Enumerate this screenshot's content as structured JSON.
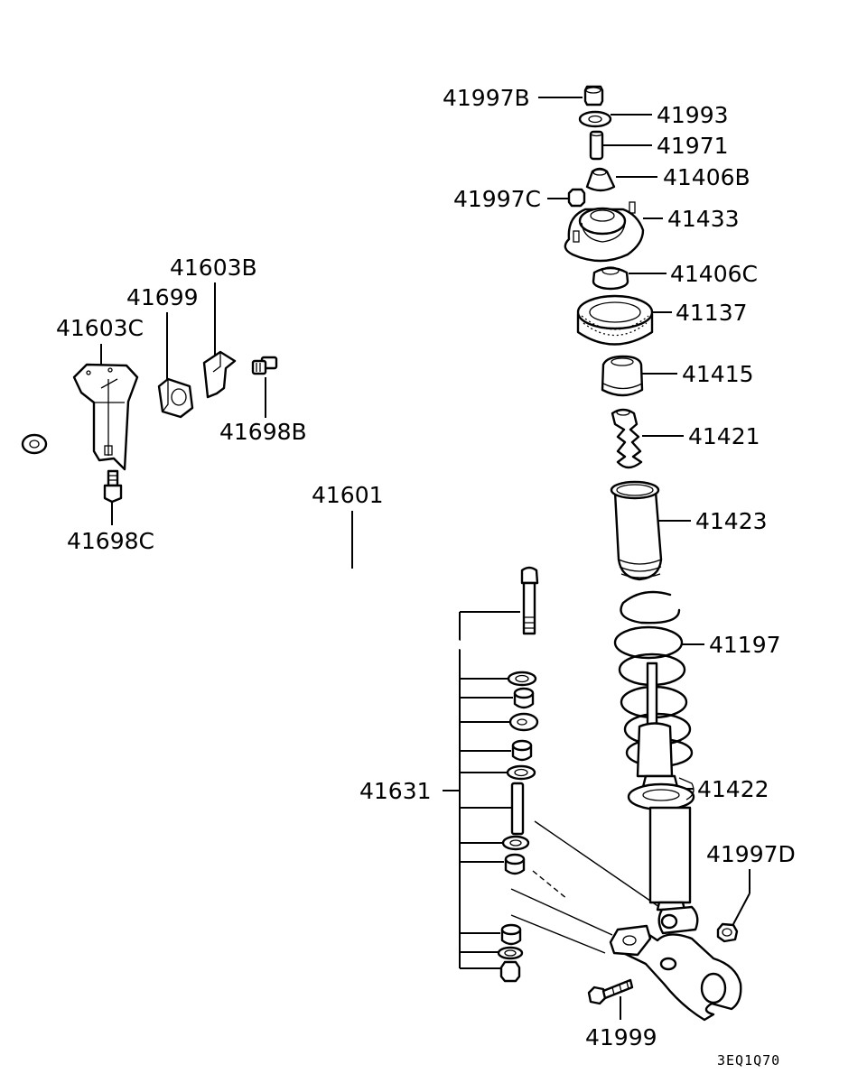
{
  "diagram": {
    "code": "3EQ1Q70",
    "labels": {
      "p41997B": "41997B",
      "p41993": "41993",
      "p41971": "41971",
      "p41406B": "41406B",
      "p41997C": "41997C",
      "p41433": "41433",
      "p41406C": "41406C",
      "p41137": "41137",
      "p41415": "41415",
      "p41421": "41421",
      "p41423": "41423",
      "p41197": "41197",
      "p41422": "41422",
      "p41997D": "41997D",
      "p41999": "41999",
      "p41631": "41631",
      "p41601": "41601",
      "p41603B": "41603B",
      "p41699": "41699",
      "p41603C": "41603C",
      "p41698B": "41698B",
      "p41698C": "41698C"
    }
  }
}
